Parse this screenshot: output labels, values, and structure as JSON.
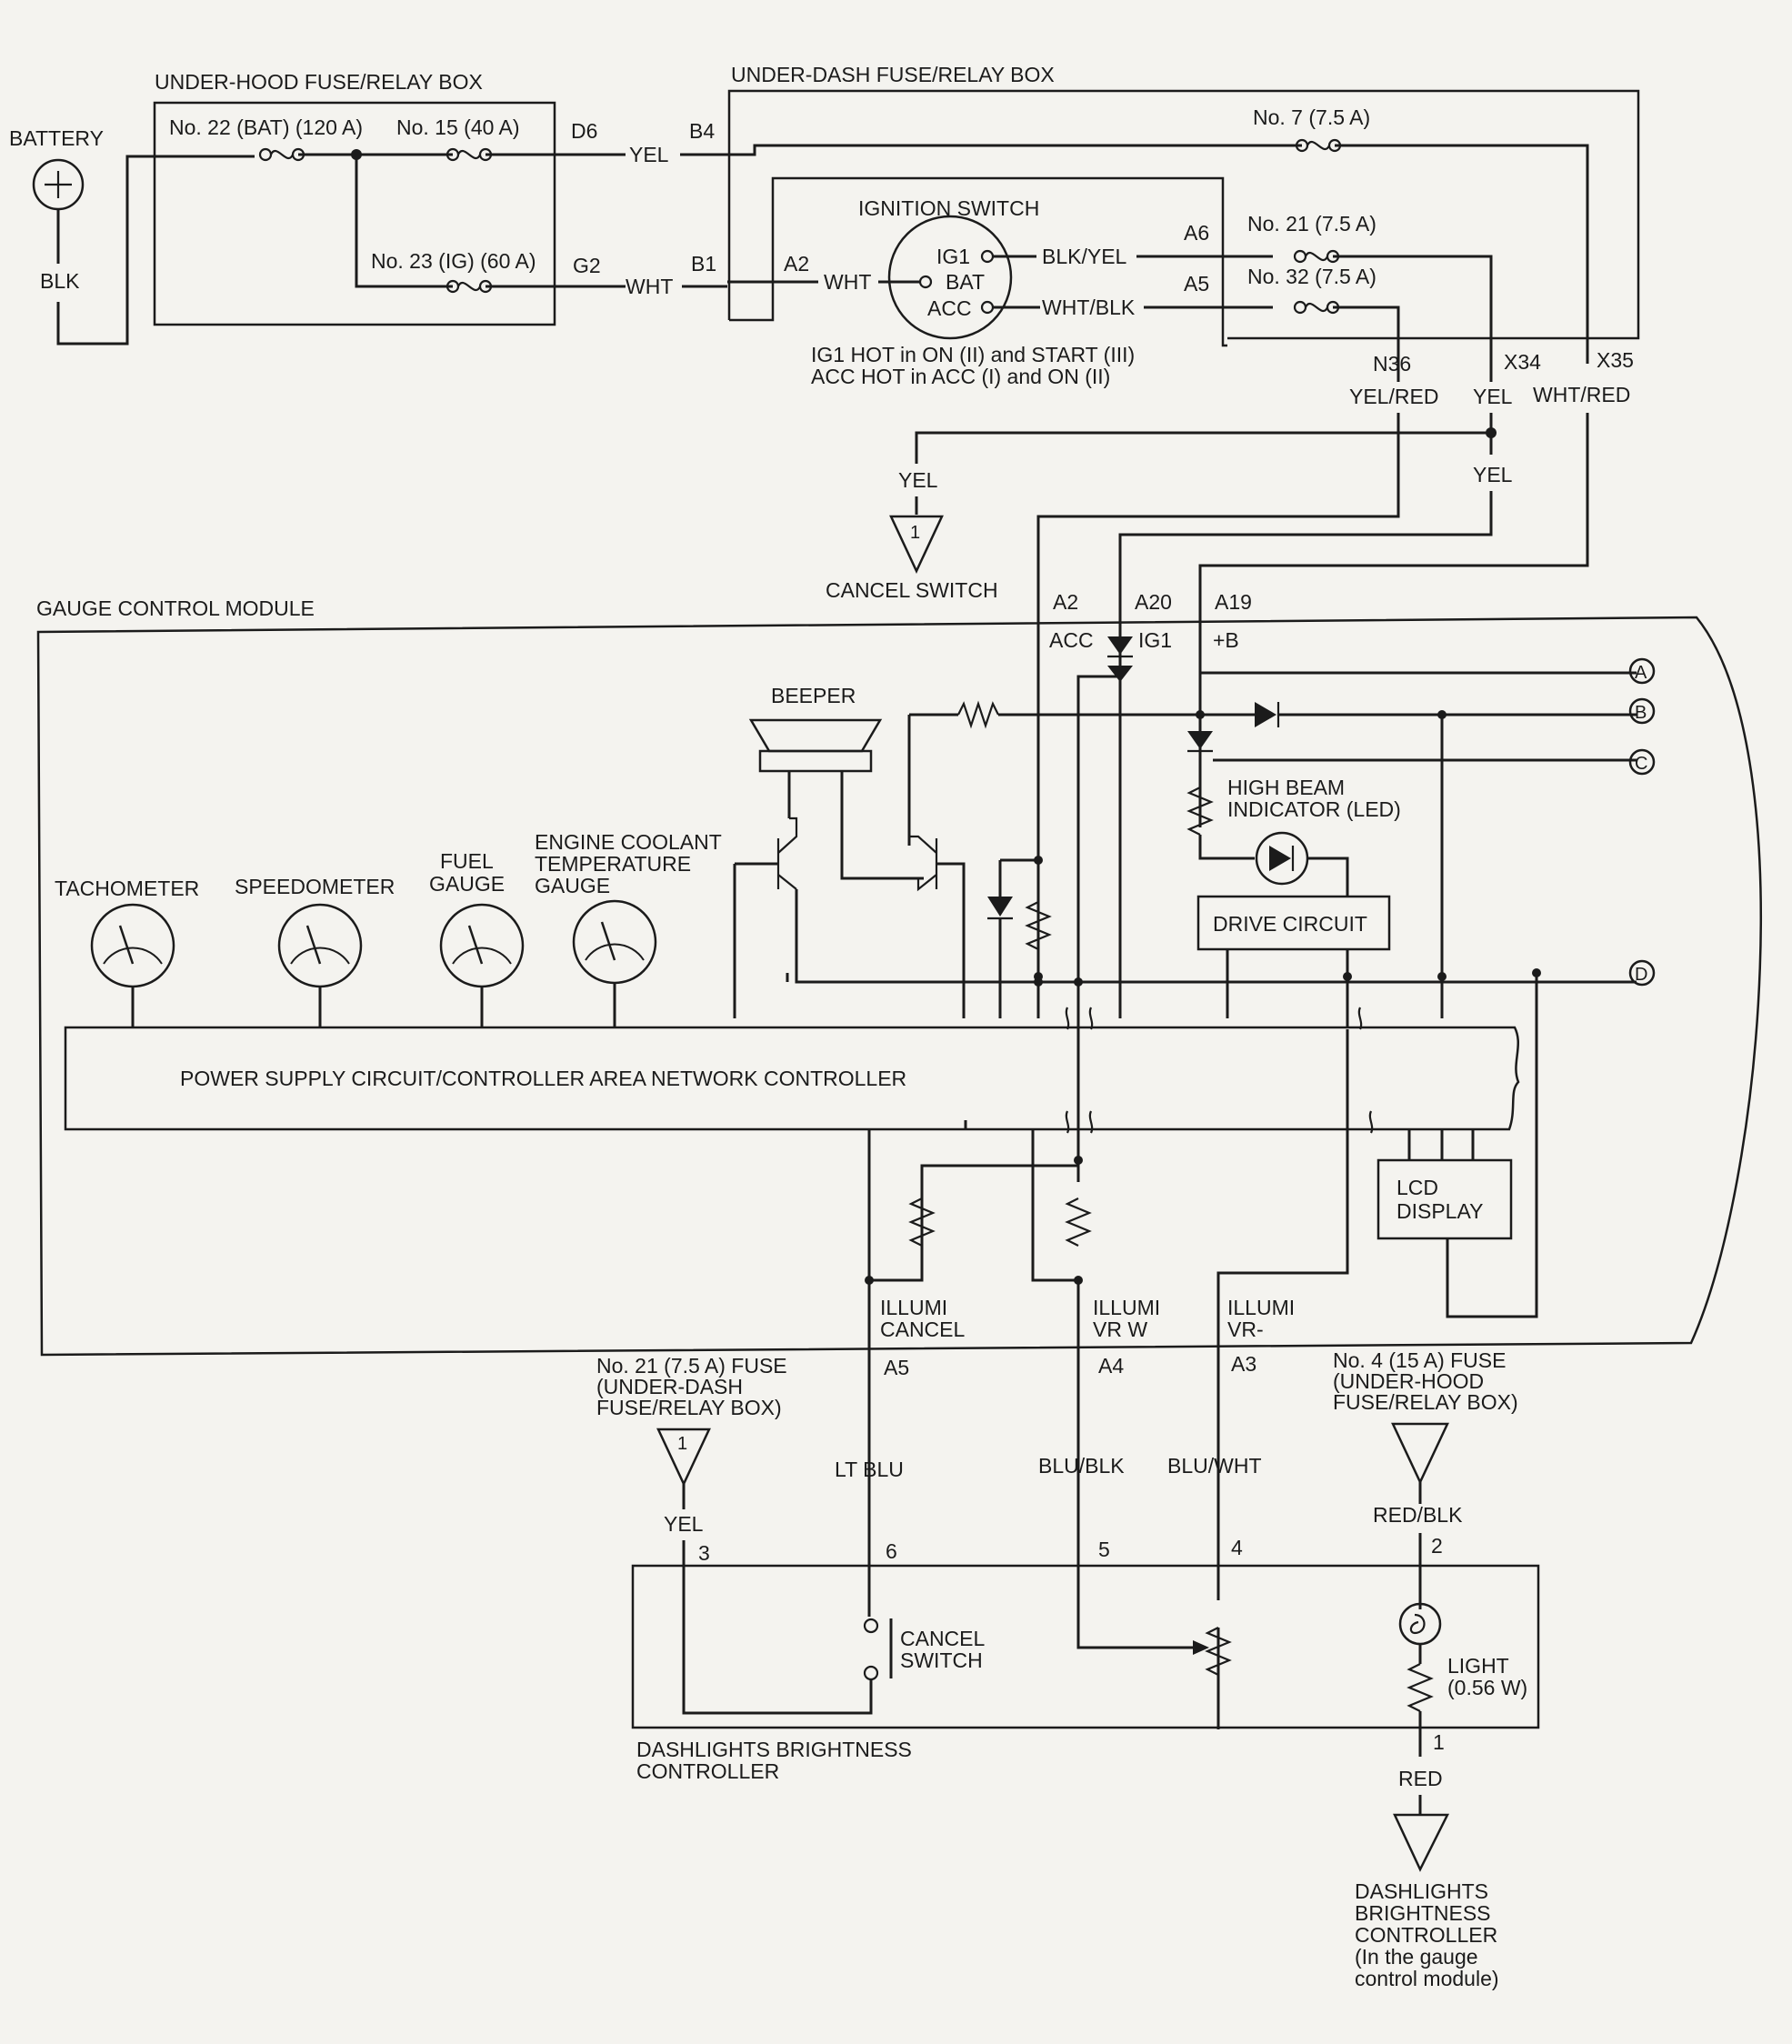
{
  "diagram": {
    "power": {
      "battery": "BATTERY",
      "battery_wire": "BLK",
      "under_hood_box": "UNDER-HOOD FUSE/RELAY BOX",
      "under_dash_box": "UNDER-DASH FUSE/RELAY BOX",
      "fuse_bat": "No. 22 (BAT) (120 A)",
      "fuse_15": "No. 15 (40 A)",
      "fuse_ig": "No. 23 (IG) (60 A)",
      "fuse_7": "No. 7 (7.5 A)",
      "fuse_21": "No. 21 (7.5 A)",
      "fuse_32": "No. 32 (7.5 A)",
      "term_d6": "D6",
      "term_g2": "G2",
      "term_b4": "B4",
      "term_b1": "B1",
      "term_a2": "A2",
      "term_a6": "A6",
      "term_a5": "A5",
      "wire_yel_1": "YEL",
      "wire_wht_1": "WHT",
      "wire_wht_2": "WHT",
      "wire_blk_yel": "BLK/YEL",
      "wire_wht_blk": "WHT/BLK"
    },
    "ignition": {
      "title": "IGNITION SWITCH",
      "ig1": "IG1",
      "bat": "BAT",
      "acc": "ACC",
      "note_1": "IG1 HOT in ON (II) and START (III)",
      "note_2": "ACC HOT in ACC (I) and ON (II)"
    },
    "harness": {
      "n36": "N36",
      "x34": "X34",
      "x35": "X35",
      "yel_red": "YEL/RED",
      "yel_a": "YEL",
      "wht_red": "WHT/RED",
      "yel_b": "YEL",
      "yel_c": "YEL",
      "cancel_num": "1",
      "cancel_switch": "CANCEL SWITCH"
    },
    "module": {
      "title": "GAUGE CONTROL MODULE",
      "pin_a2": "A2",
      "pin_a20": "A20",
      "pin_a19": "A19",
      "acc": "ACC",
      "ig1": "IG1",
      "plus_b": "+B",
      "conn_a": "A",
      "conn_b": "B",
      "conn_c": "C",
      "conn_d": "D",
      "beeper": "BEEPER",
      "high_beam_1": "HIGH BEAM",
      "high_beam_2": "INDICATOR (LED)",
      "drive_circuit": "DRIVE CIRCUIT",
      "tachometer": "TACHOMETER",
      "speedometer": "SPEEDOMETER",
      "fuel_1": "FUEL",
      "fuel_2": "GAUGE",
      "ect_1": "ENGINE COOLANT",
      "ect_2": "TEMPERATURE",
      "ect_3": "GAUGE",
      "power_supply": "POWER SUPPLY CIRCUIT/CONTROLLER AREA NETWORK CONTROLLER",
      "lcd_1": "LCD",
      "lcd_2": "DISPLAY",
      "illumi_cancel_1": "ILLUMI",
      "illumi_cancel_2": "CANCEL",
      "illumi_vrw_1": "ILLUMI",
      "illumi_vrw_2": "VR W",
      "illumi_vr_1": "ILLUMI",
      "illumi_vr_2": "VR-",
      "pin_a5": "A5",
      "pin_a4": "A4",
      "pin_a3": "A3"
    },
    "lower": {
      "fuse21_1": "No. 21 (7.5 A) FUSE",
      "fuse21_2": "(UNDER-DASH",
      "fuse21_3": "FUSE/RELAY BOX)",
      "fuse21_num": "1",
      "fuse4_1": "No. 4 (15 A) FUSE",
      "fuse4_2": "(UNDER-HOOD",
      "fuse4_3": "FUSE/RELAY BOX)",
      "wire_lt_blu": "LT BLU",
      "wire_blu_blk": "BLU/BLK",
      "wire_blu_wht": "BLU/WHT",
      "wire_red_blk": "RED/BLK",
      "wire_yel": "YEL",
      "wire_red": "RED",
      "pin_3": "3",
      "pin_6": "6",
      "pin_5": "5",
      "pin_4": "4",
      "pin_2": "2",
      "pin_1": "1",
      "cancel_1": "CANCEL",
      "cancel_2": "SWITCH",
      "light_1": "LIGHT",
      "light_2": "(0.56 W)",
      "controller_1": "DASHLIGHTS BRIGHTNESS",
      "controller_2": "CONTROLLER",
      "dest_1": "DASHLIGHTS",
      "dest_2": "BRIGHTNESS",
      "dest_3": "CONTROLLER",
      "dest_4": "(In the gauge",
      "dest_5": "control module)"
    }
  }
}
